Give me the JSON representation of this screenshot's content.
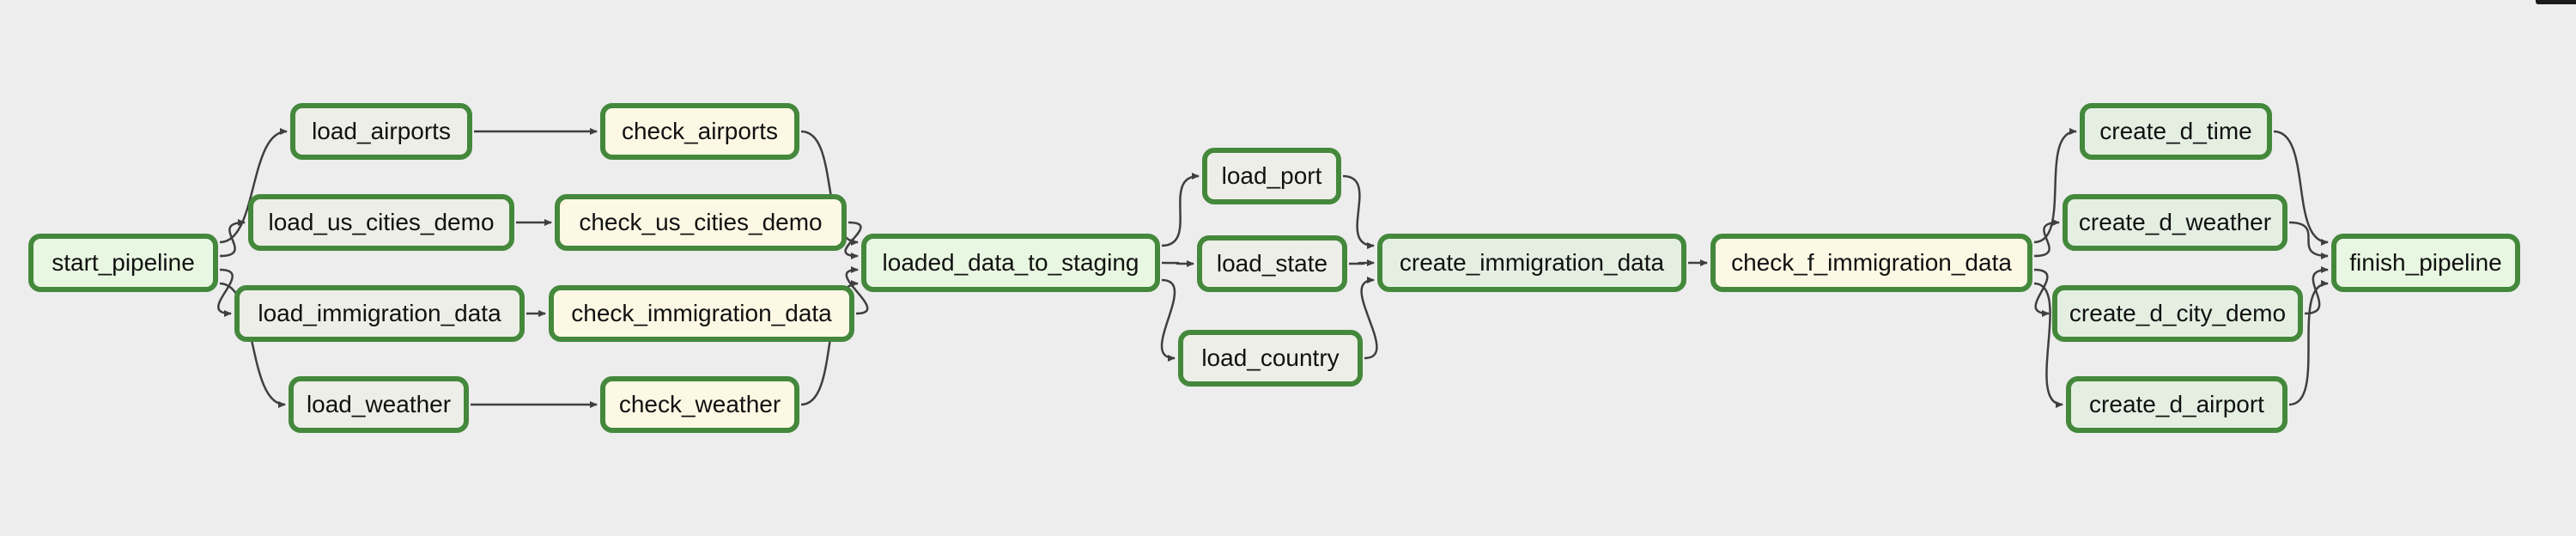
{
  "page": {
    "background": "#ededed"
  },
  "colors": {
    "node_border": "#44883c",
    "fill_green": "#e8f7e1",
    "fill_mint": "#e4efe2",
    "fill_grey": "#edeee7",
    "fill_cream": "#fdf8e4",
    "edge": "#3f3f3f",
    "text": "#111111",
    "corner_fragment": "#1b1b1b"
  },
  "graph": {
    "nodes": [
      {
        "id": "start_pipeline",
        "label": "start_pipeline",
        "style": "green"
      },
      {
        "id": "load_airports",
        "label": "load_airports",
        "style": "grey"
      },
      {
        "id": "check_airports",
        "label": "check_airports",
        "style": "cream"
      },
      {
        "id": "load_us_cities_demo",
        "label": "load_us_cities_demo",
        "style": "grey"
      },
      {
        "id": "check_us_cities_demo",
        "label": "check_us_cities_demo",
        "style": "cream"
      },
      {
        "id": "load_immigration_data",
        "label": "load_immigration_data",
        "style": "grey"
      },
      {
        "id": "check_immigration_data",
        "label": "check_immigration_data",
        "style": "cream"
      },
      {
        "id": "load_weather",
        "label": "load_weather",
        "style": "grey"
      },
      {
        "id": "check_weather",
        "label": "check_weather",
        "style": "cream"
      },
      {
        "id": "loaded_data_to_staging",
        "label": "loaded_data_to_staging",
        "style": "green"
      },
      {
        "id": "load_port",
        "label": "load_port",
        "style": "grey"
      },
      {
        "id": "load_state",
        "label": "load_state",
        "style": "grey"
      },
      {
        "id": "load_country",
        "label": "load_country",
        "style": "grey"
      },
      {
        "id": "create_immigration_data",
        "label": "create_immigration_data",
        "style": "mint"
      },
      {
        "id": "check_f_immigration_data",
        "label": "check_f_immigration_data",
        "style": "cream"
      },
      {
        "id": "create_d_time",
        "label": "create_d_time",
        "style": "mint"
      },
      {
        "id": "create_d_weather",
        "label": "create_d_weather",
        "style": "mint"
      },
      {
        "id": "create_d_city_demo",
        "label": "create_d_city_demo",
        "style": "mint"
      },
      {
        "id": "create_d_airport",
        "label": "create_d_airport",
        "style": "mint"
      },
      {
        "id": "finish_pipeline",
        "label": "finish_pipeline",
        "style": "green"
      }
    ],
    "edges": [
      {
        "from": "start_pipeline",
        "to": "load_airports"
      },
      {
        "from": "start_pipeline",
        "to": "load_us_cities_demo"
      },
      {
        "from": "start_pipeline",
        "to": "load_immigration_data"
      },
      {
        "from": "start_pipeline",
        "to": "load_weather"
      },
      {
        "from": "load_airports",
        "to": "check_airports"
      },
      {
        "from": "load_us_cities_demo",
        "to": "check_us_cities_demo"
      },
      {
        "from": "load_immigration_data",
        "to": "check_immigration_data"
      },
      {
        "from": "load_weather",
        "to": "check_weather"
      },
      {
        "from": "check_airports",
        "to": "loaded_data_to_staging"
      },
      {
        "from": "check_us_cities_demo",
        "to": "loaded_data_to_staging"
      },
      {
        "from": "check_immigration_data",
        "to": "loaded_data_to_staging"
      },
      {
        "from": "check_weather",
        "to": "loaded_data_to_staging"
      },
      {
        "from": "loaded_data_to_staging",
        "to": "load_port"
      },
      {
        "from": "loaded_data_to_staging",
        "to": "load_state"
      },
      {
        "from": "loaded_data_to_staging",
        "to": "load_country"
      },
      {
        "from": "load_port",
        "to": "create_immigration_data"
      },
      {
        "from": "load_state",
        "to": "create_immigration_data"
      },
      {
        "from": "load_country",
        "to": "create_immigration_data"
      },
      {
        "from": "create_immigration_data",
        "to": "check_f_immigration_data"
      },
      {
        "from": "check_f_immigration_data",
        "to": "create_d_time"
      },
      {
        "from": "check_f_immigration_data",
        "to": "create_d_weather"
      },
      {
        "from": "check_f_immigration_data",
        "to": "create_d_city_demo"
      },
      {
        "from": "check_f_immigration_data",
        "to": "create_d_airport"
      },
      {
        "from": "create_d_time",
        "to": "finish_pipeline"
      },
      {
        "from": "create_d_weather",
        "to": "finish_pipeline"
      },
      {
        "from": "create_d_city_demo",
        "to": "finish_pipeline"
      },
      {
        "from": "create_d_airport",
        "to": "finish_pipeline"
      }
    ]
  }
}
